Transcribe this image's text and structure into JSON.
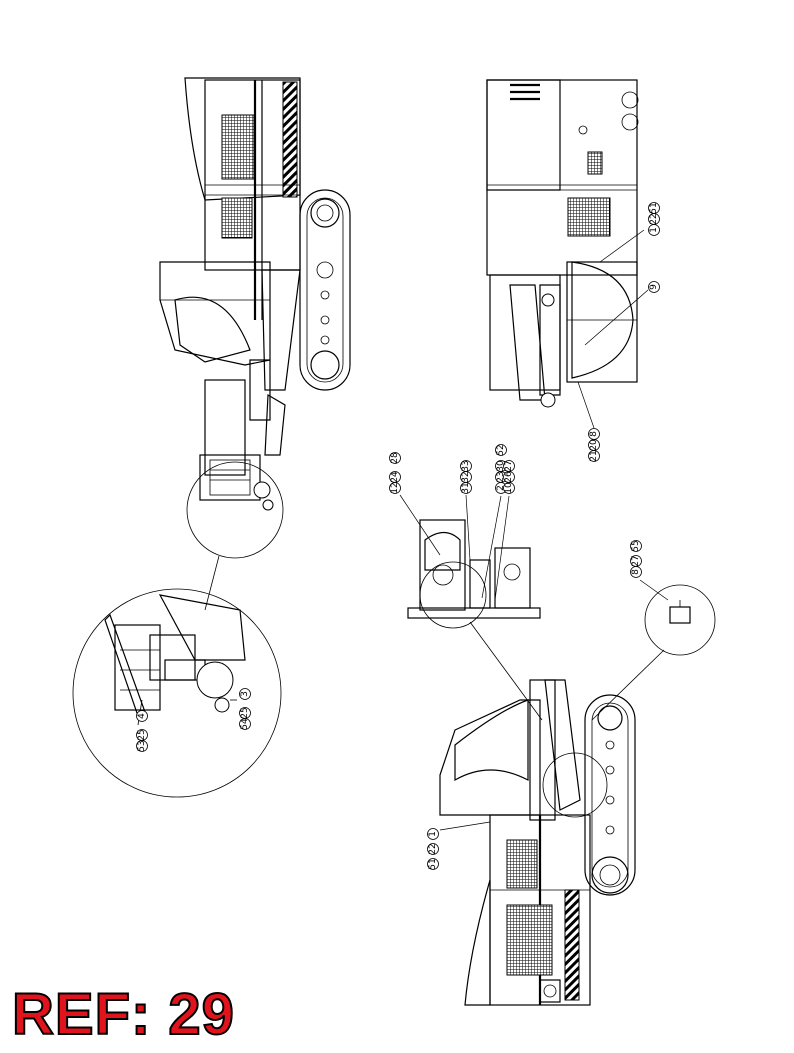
{
  "ref": {
    "label": "REF: 29"
  },
  "callouts": {
    "top_view": [
      "1",
      "22",
      "51",
      "9",
      "21",
      "20",
      "8"
    ],
    "detail_left": [
      "53",
      "25",
      "4",
      "54",
      "25",
      "3"
    ],
    "detail_center": [
      "12",
      "24",
      "28",
      "31",
      "32",
      "33",
      "2",
      "23",
      "30",
      "52",
      "10",
      "26",
      "27"
    ],
    "detail_small": [
      "8",
      "27",
      "55"
    ],
    "bottom_view": [
      "51",
      "22",
      "1"
    ]
  },
  "colors": {
    "ink": "#000000",
    "ref_red": "#e0141c",
    "paper": "#ffffff"
  }
}
